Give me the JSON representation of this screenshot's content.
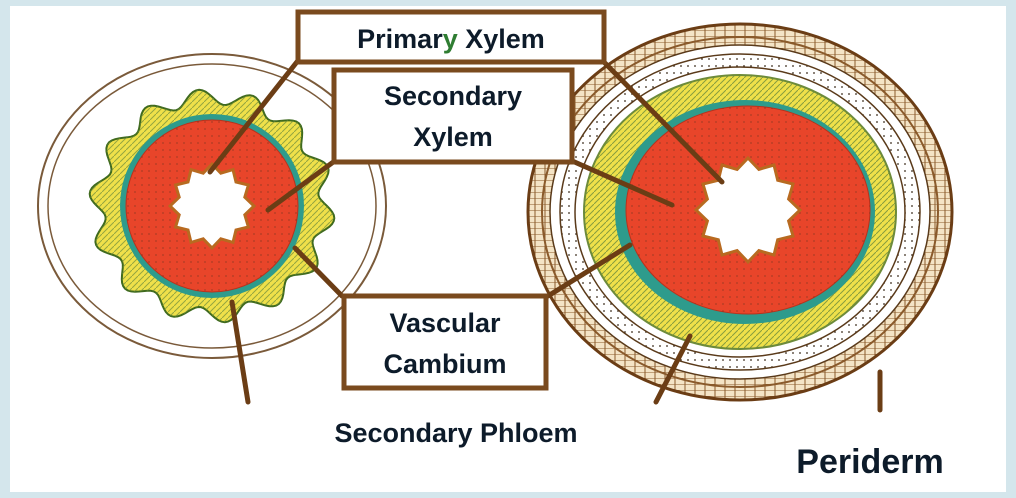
{
  "labels": {
    "primary_xylem": {
      "word1": "Primary",
      "word2": "Xylem",
      "color_main": "#0d1b2a",
      "color_y": "#2f7d32"
    },
    "secondary_xylem": {
      "line1": "Secondary",
      "line2": "Xylem"
    },
    "vascular_cambium": {
      "line1": "Vascular",
      "line2": "Cambium"
    },
    "secondary_phloem": "Secondary Phloem",
    "periderm": "Periderm"
  },
  "colors": {
    "box_border": "#7a4a1e",
    "leader_line": "#6b3d15",
    "xylem_red": "#e8452a",
    "cambium_green": "#2e9b8c",
    "phloem_yellow": "#efe04a",
    "bark_brown": "#8a5a2b",
    "pith_white": "#ffffff",
    "background": "#d4e6ec"
  }
}
